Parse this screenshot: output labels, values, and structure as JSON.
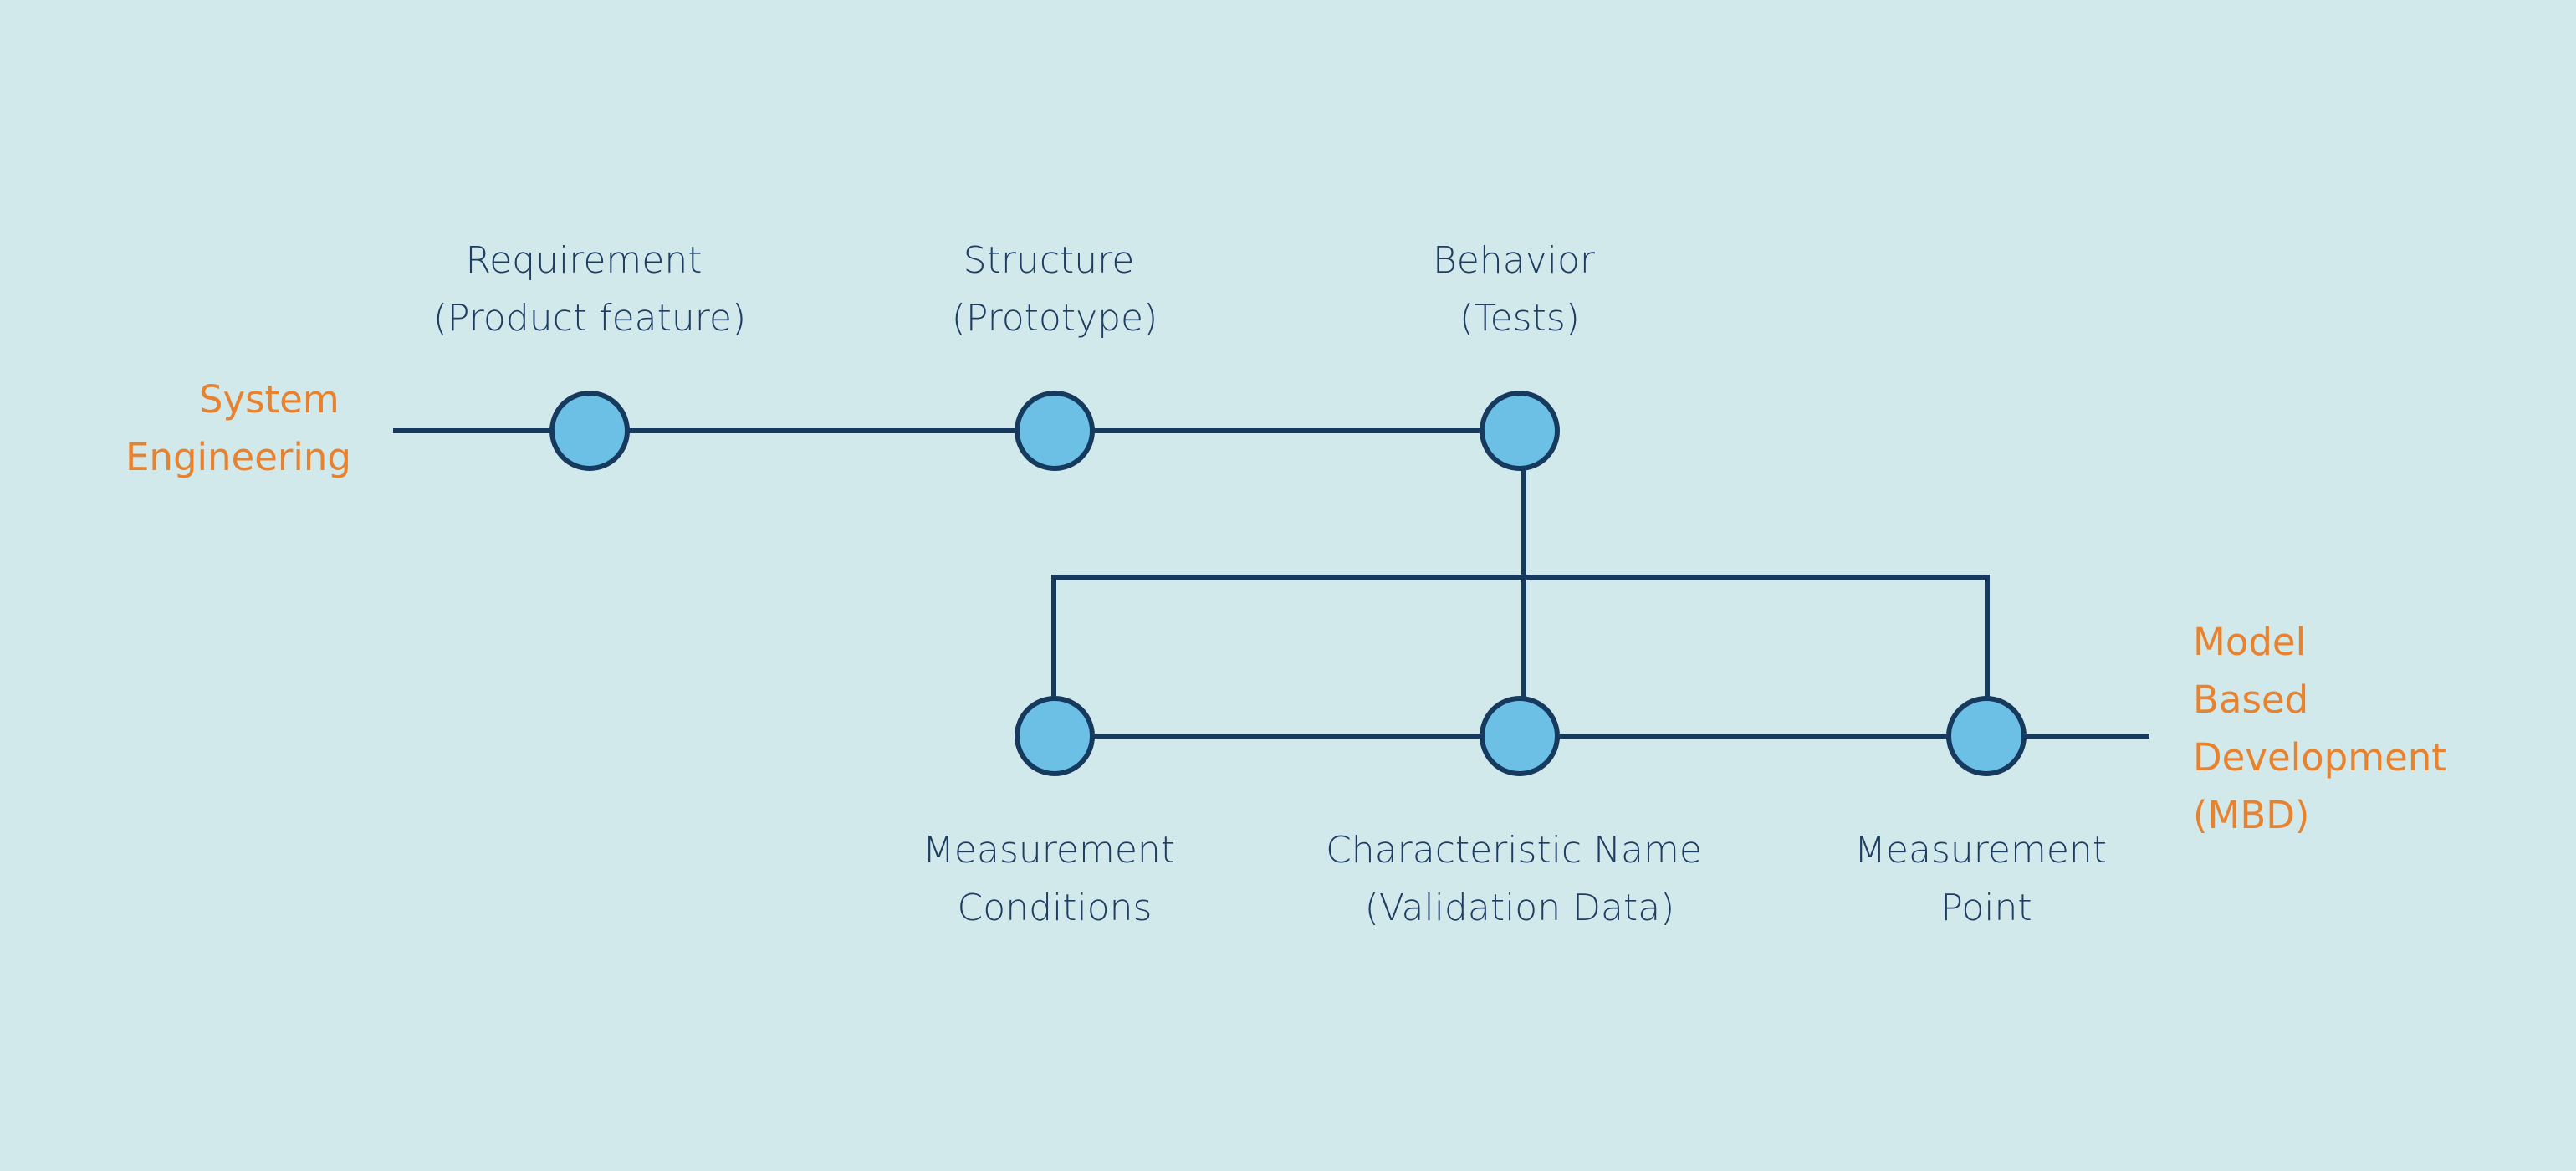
{
  "colors": {
    "background": "#d2e9ec",
    "line": "#163a5e",
    "node_fill": "#6cc0e6",
    "node_text": "#1e3d63",
    "track_label": "#e8822e"
  },
  "tracks": {
    "system_engineering": [
      "System",
      "Engineering"
    ],
    "model_based_development": [
      "Model",
      "Based",
      "Development",
      "(MBD)"
    ]
  },
  "nodes": {
    "requirement": [
      "Requirement",
      "(Product feature)"
    ],
    "structure": [
      "Structure",
      "(Prototype)"
    ],
    "behavior": [
      "Behavior",
      "(Tests)"
    ],
    "measurement_conditions": [
      "Measurement",
      "Conditions"
    ],
    "characteristic_name": [
      "Characteristic Name",
      "(Validation Data)"
    ],
    "measurement_point": [
      "Measurement",
      "Point"
    ]
  }
}
